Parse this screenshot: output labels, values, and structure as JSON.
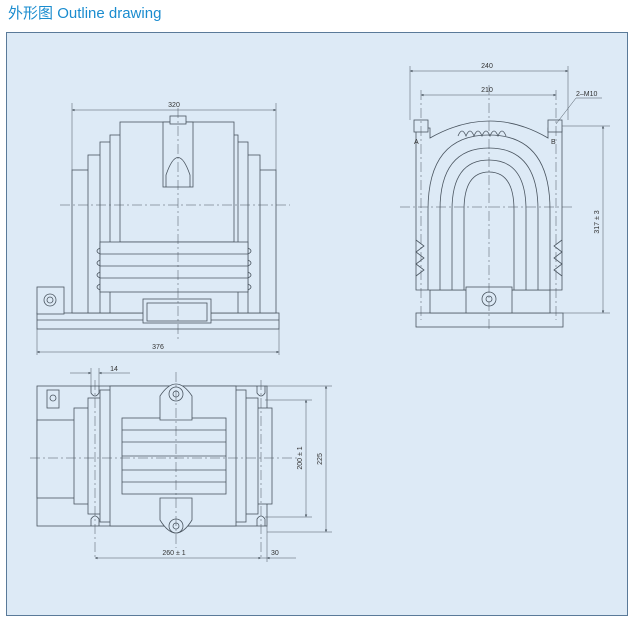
{
  "header": {
    "title_cn": "外形图",
    "title_en": "Outline drawing"
  },
  "front_view": {
    "dim_width": "320",
    "dim_base_width": "376"
  },
  "side_view": {
    "dim_outer": "240",
    "dim_inner": "210",
    "dim_height": "317 ± 3",
    "bolt_label": "2–M10",
    "terminal_a": "A",
    "terminal_b": "B"
  },
  "top_view": {
    "dim_slot": "14",
    "dim_hole_spacing_h": "260 ± 1",
    "dim_edge": "30",
    "dim_hole_spacing_v": "200 ± 1",
    "dim_depth": "225"
  },
  "colors": {
    "title": "#1a8ccf",
    "panel_bg": "#ddeaf6",
    "line": "#4a5560"
  }
}
